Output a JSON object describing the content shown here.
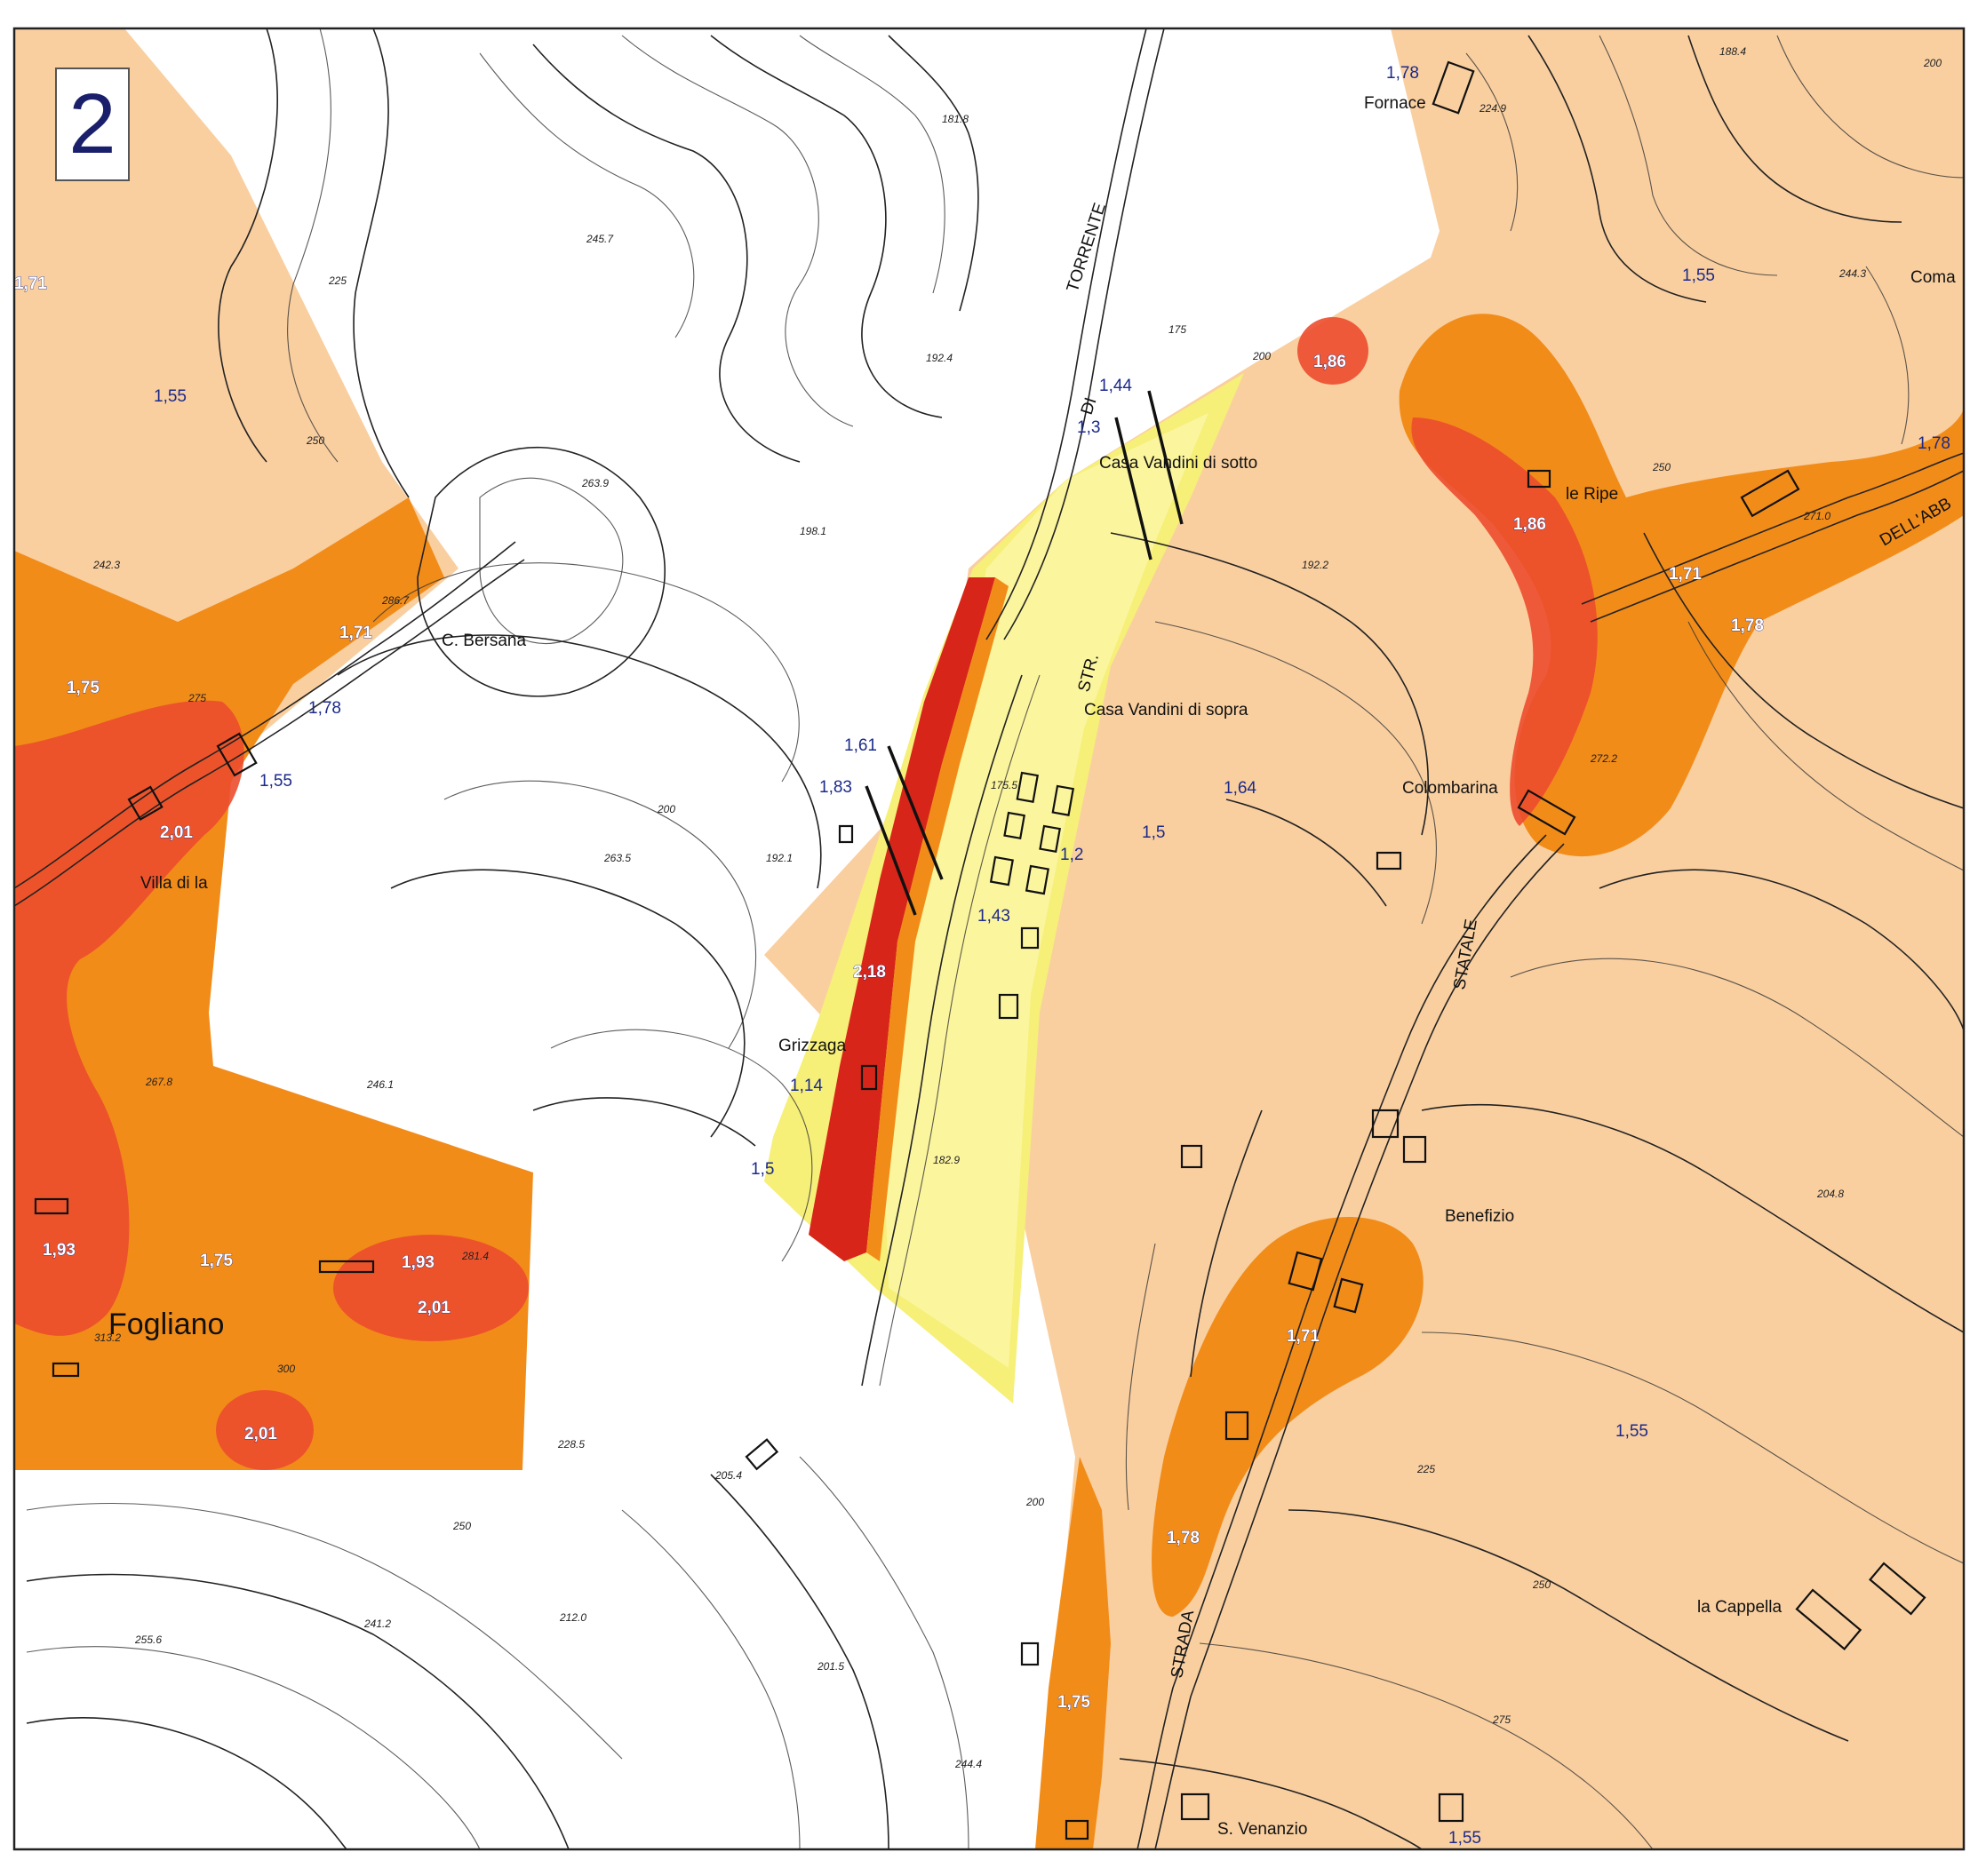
{
  "panel_number": "2",
  "colors": {
    "zone_1_5": "#f9cfa0",
    "zone_1_7": "#f28c19",
    "zone_1_9": "#ec4d2e",
    "zone_2_1": "#d72619",
    "zone_1_1_1_4": "#f6ef78",
    "zone_1_2": "#fbf59e",
    "base": "#ffffff",
    "label_blue": "#1b2a8a"
  },
  "place_names": {
    "fornace": "Fornace",
    "coma": "Coma",
    "le_ripe": "le Ripe",
    "casa_vandini_sotto": "Casa Vandini di sotto",
    "casa_vandini_sopra": "Casa Vandini di sopra",
    "c_bersana": "C. Bersana",
    "colombarina": "Colombarina",
    "villa_di_la": "Villa di la",
    "grizzaga": "Grizzaga",
    "benefizio": "Benefizio",
    "fogliano": "Fogliano",
    "la_cappella": "la Cappella",
    "s_venanzio": "S. Venanzio",
    "torrente": "TORRENTE",
    "str": "STR.",
    "statale": "STATALE",
    "strada": "STRADA",
    "di": "DI",
    "dell_abb": "DELL'ABB"
  },
  "amplification_values": {
    "v_178_fornace": "1,78",
    "v_171_nw": "1,71",
    "v_155_ne": "1,55",
    "v_186_n": "1,86",
    "v_144": "1,44",
    "v_13": "1,3",
    "v_178_e": "1,78",
    "v_155_nw": "1,55",
    "v_186_ripe": "1,86",
    "v_171_ripe": "1,71",
    "v_178_ripe": "1,78",
    "v_171_w": "1,71",
    "v_175_w": "1,75",
    "v_178_w": "1,78",
    "v_155_w": "1,55",
    "v_201_villa": "2,01",
    "v_161": "1,61",
    "v_183": "1,83",
    "v_164": "1,64",
    "v_12": "1,2",
    "v_15_center": "1,5",
    "v_143": "1,43",
    "v_218": "2,18",
    "v_114": "1,14",
    "v_15_s": "1,5",
    "v_193_a": "1,93",
    "v_175_fog": "1,75",
    "v_193_b": "1,93",
    "v_201_fog": "2,01",
    "v_201_s": "2,01",
    "v_171_benef": "1,71",
    "v_155_se": "1,55",
    "v_178_s": "1,78",
    "v_175_s": "1,75",
    "v_155_bottom": "1,55"
  },
  "elevations": {
    "e1": "181.8",
    "e2": "188.4",
    "e3": "224.9",
    "e4": "245.7",
    "e5": "192.4",
    "e6": "263.9",
    "e7": "198.1",
    "e8": "244.3",
    "e9": "286.7",
    "e10": "192.2",
    "e11": "271.0",
    "e12": "272.2",
    "e13": "175.5",
    "e14": "192.1",
    "e15": "263.5",
    "e16": "267.8",
    "e17": "246.1",
    "e18": "182.9",
    "e19": "204.8",
    "e20": "313.2",
    "e21": "281.4",
    "e22": "228.5",
    "e23": "205.4",
    "e24": "241.2",
    "e25": "212.0",
    "e26": "255.6",
    "e27": "201.5",
    "e28": "244.4",
    "e29": "242.3",
    "c200": "200",
    "c225": "225",
    "c250": "250",
    "c275": "275",
    "c300": "300",
    "c175": "175"
  }
}
